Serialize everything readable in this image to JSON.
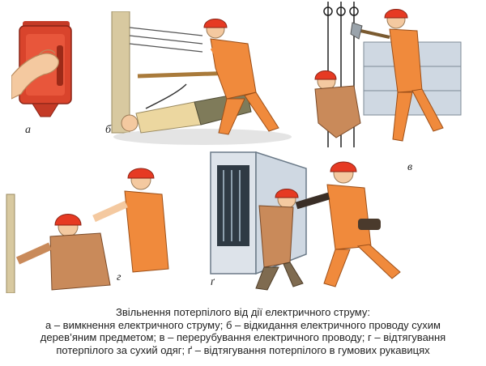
{
  "panels": {
    "a": {
      "letter": "а"
    },
    "b": {
      "letter": "б"
    },
    "v": {
      "letter": "в"
    },
    "g": {
      "letter": "г"
    },
    "g2": {
      "letter": "ґ"
    }
  },
  "caption": {
    "title": "Звільнення потерпілого від дії електричного струму:",
    "line1": "а – вимкнення електричного струму; б – відкидання електричного проводу сухим",
    "line2": "дерев’яним предметом; в – перерубування електричного проводу; г – відтягування",
    "line3": "потерпілого за сухий одяг; ґ – відтягування потерпілого в гумових рукавицях"
  },
  "colors": {
    "uniform": "#f08a3c",
    "helmet": "#e63a23",
    "switchbox": "#d9442c",
    "skin": "#f4c9a0",
    "victim_shirt": "#ecd7a0",
    "victim_pants": "#7f7b5a",
    "cabinet": "#dde3ea"
  }
}
